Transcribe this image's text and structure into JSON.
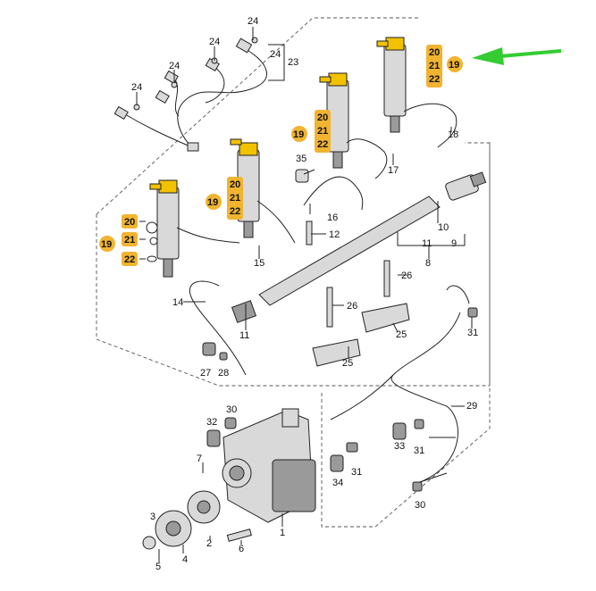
{
  "diagram": {
    "injector_group_labels": [
      "20",
      "21",
      "22",
      "19"
    ],
    "part_numbers": {
      "n1": "1",
      "n2": "2",
      "n3": "3",
      "n4": "4",
      "n5": "5",
      "n6": "6",
      "n7": "7",
      "n8": "8",
      "n9": "9",
      "n10": "10",
      "n11a": "11",
      "n11b": "11",
      "n12": "12",
      "n14": "14",
      "n15": "15",
      "n16": "16",
      "n17": "17",
      "n18": "18",
      "n23": "23",
      "n24": "24",
      "n25a": "25",
      "n25b": "25",
      "n26a": "26",
      "n26b": "26",
      "n27": "27",
      "n28": "28",
      "n29": "29",
      "n30a": "30",
      "n30b": "30",
      "n31a": "31",
      "n31b": "31",
      "n31c": "31",
      "n32": "32",
      "n33": "33",
      "n34": "34",
      "n35": "35"
    },
    "colors": {
      "highlight_badge": "#f0b431",
      "injector_tip": "#f2c200",
      "arrow": "#33cc33"
    },
    "icons": [
      "green-pointer-arrow"
    ]
  }
}
